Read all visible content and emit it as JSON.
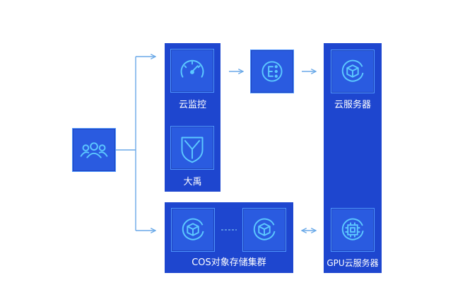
{
  "nodes": {
    "cloud_monitor": {
      "label": "云监控",
      "icon": "speedometer-icon"
    },
    "dayu": {
      "label": "大禹",
      "icon": "shield-icon"
    },
    "cvm": {
      "label": "云服务器",
      "icon": "cube-icon"
    },
    "gpu_cvm": {
      "label": "GPU云服务器",
      "icon": "chip-icon"
    },
    "cos_cluster": {
      "label": "COS对象存储集群",
      "icon": "cube-icon"
    },
    "users": {
      "icon": "users-icon"
    },
    "middleware": {
      "icon": "segmented-e-icon"
    }
  },
  "colors": {
    "panel": "#1e46cf",
    "tile": "#2a5be0",
    "tile_border": "#4f95ff",
    "icon": "#5cc8ff",
    "connector": "#6aa9e8"
  }
}
